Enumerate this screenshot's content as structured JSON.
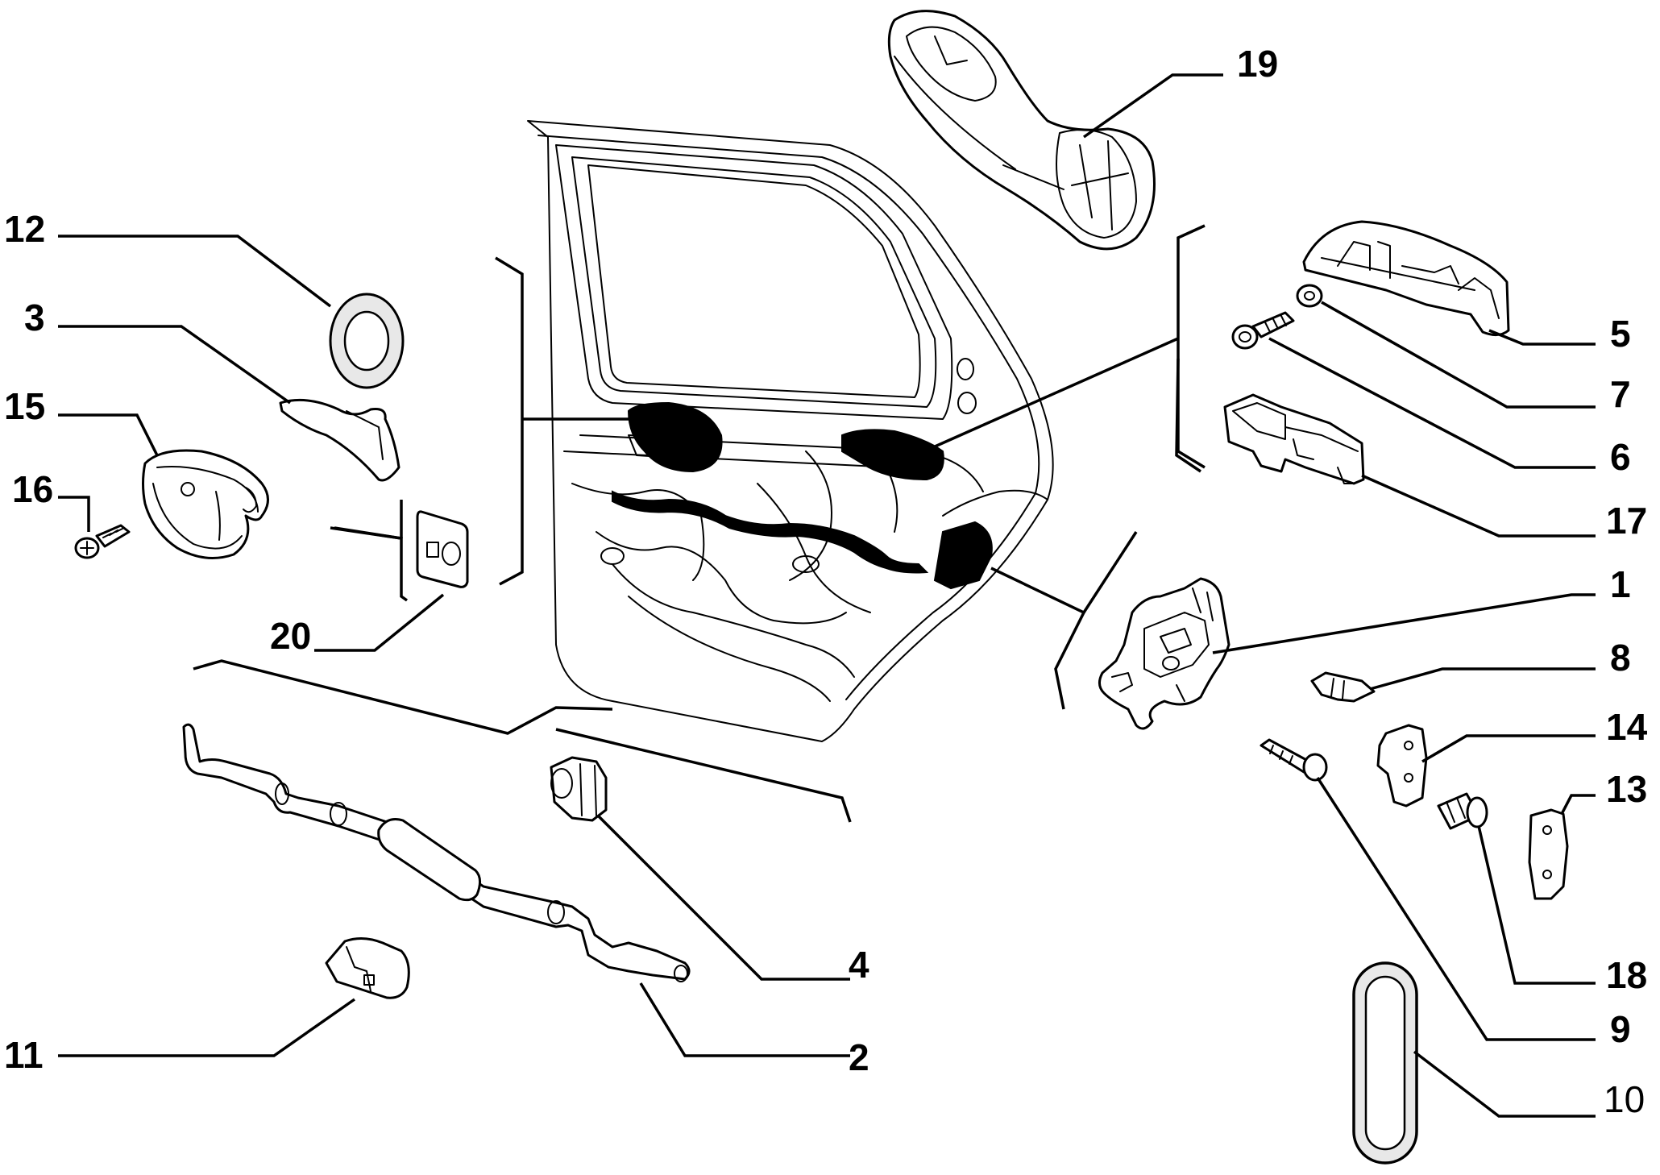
{
  "diagram": {
    "callouts": [
      {
        "id": "12",
        "label": "12"
      },
      {
        "id": "3",
        "label": "3"
      },
      {
        "id": "15",
        "label": "15"
      },
      {
        "id": "16",
        "label": "16"
      },
      {
        "id": "20",
        "label": "20"
      },
      {
        "id": "19",
        "label": "19"
      },
      {
        "id": "5",
        "label": "5"
      },
      {
        "id": "7",
        "label": "7"
      },
      {
        "id": "6",
        "label": "6"
      },
      {
        "id": "17",
        "label": "17"
      },
      {
        "id": "1",
        "label": "1"
      },
      {
        "id": "8",
        "label": "8"
      },
      {
        "id": "14",
        "label": "14"
      },
      {
        "id": "13",
        "label": "13"
      },
      {
        "id": "18",
        "label": "18"
      },
      {
        "id": "9",
        "label": "9"
      },
      {
        "id": "10",
        "label": "10"
      },
      {
        "id": "4",
        "label": "4"
      },
      {
        "id": "2",
        "label": "2"
      },
      {
        "id": "11",
        "label": "11"
      }
    ]
  }
}
